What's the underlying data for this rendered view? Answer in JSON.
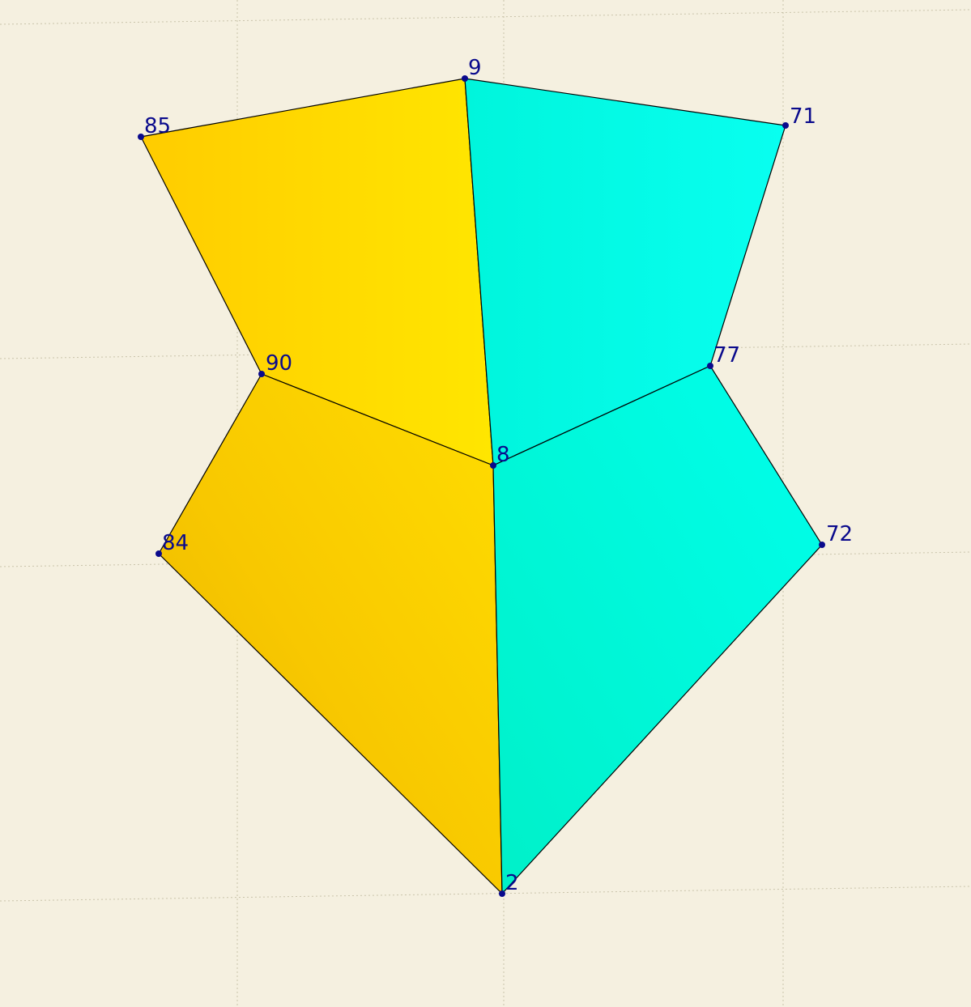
{
  "vertices": [
    {
      "id": "v9",
      "label": "9"
    },
    {
      "id": "v85",
      "label": "85"
    },
    {
      "id": "v71",
      "label": "71"
    },
    {
      "id": "v90",
      "label": "90"
    },
    {
      "id": "v77",
      "label": "77"
    },
    {
      "id": "v8",
      "label": "8"
    },
    {
      "id": "v84",
      "label": "84"
    },
    {
      "id": "v72",
      "label": "72"
    },
    {
      "id": "v2",
      "label": "2"
    }
  ],
  "faces": [
    {
      "name": "face-upper-left",
      "color": "#ffd700"
    },
    {
      "name": "face-upper-right",
      "color": "#00ffe0"
    },
    {
      "name": "face-lower-left",
      "color": "#ffcc00"
    },
    {
      "name": "face-lower-right",
      "color": "#00f5d0"
    }
  ],
  "colors": {
    "background": "#f5f0e0",
    "grid": "#c9c3aa",
    "edge": "#000000",
    "vertex": "#0a0a8c"
  }
}
